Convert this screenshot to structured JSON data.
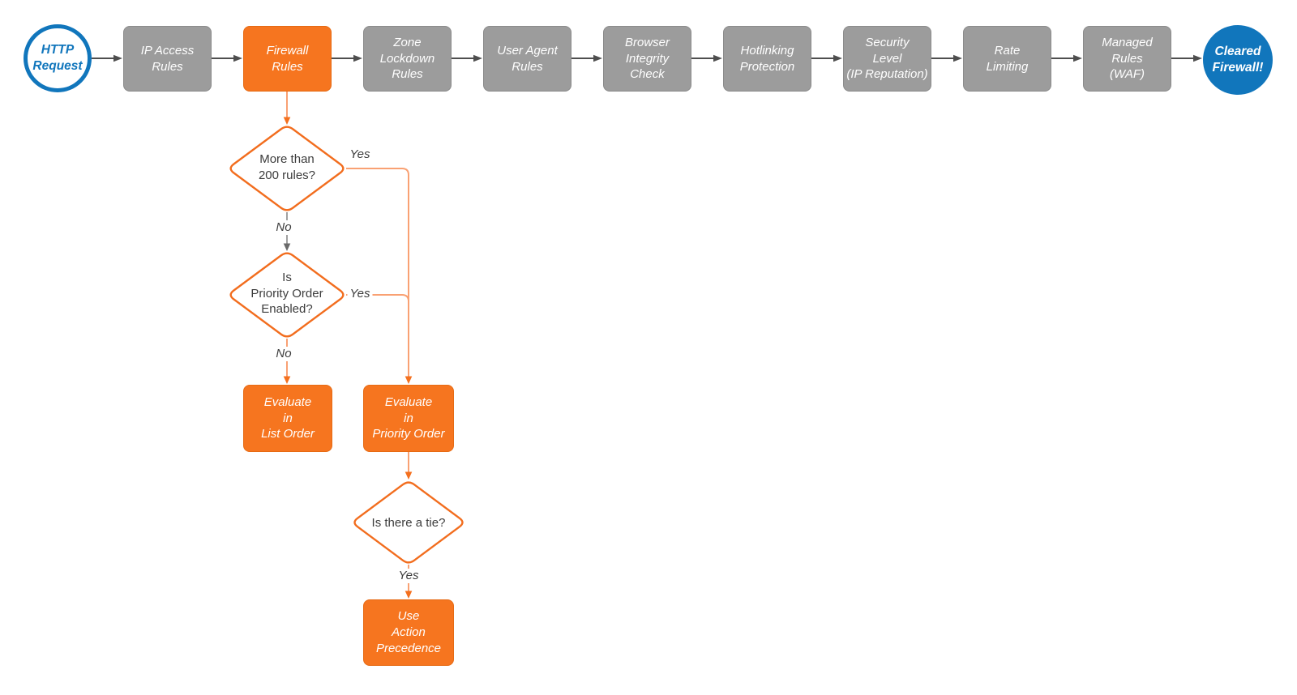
{
  "colors": {
    "accent_orange": "#F6751F",
    "orange_stroke": "#F26D1E",
    "connector_light_orange": "#F9A173",
    "step_gray": "#9C9C9C",
    "arrow_dark": "#4E4E4E",
    "brand_blue": "#1176BC",
    "text_dark": "#3C3C3C"
  },
  "flow": {
    "start": {
      "label": "HTTP\nRequest"
    },
    "steps": [
      {
        "label": "IP Access\nRules",
        "highlighted": false
      },
      {
        "label": "Firewall\nRules",
        "highlighted": true
      },
      {
        "label": "Zone\nLockdown\nRules",
        "highlighted": false
      },
      {
        "label": "User Agent\nRules",
        "highlighted": false
      },
      {
        "label": "Browser\nIntegrity\nCheck",
        "highlighted": false
      },
      {
        "label": "Hotlinking\nProtection",
        "highlighted": false
      },
      {
        "label": "Security\nLevel\n(IP Reputation)",
        "highlighted": false
      },
      {
        "label": "Rate\nLimiting",
        "highlighted": false
      },
      {
        "label": "Managed\nRules\n(WAF)",
        "highlighted": false
      }
    ],
    "end": {
      "label": "Cleared\nFirewall!"
    }
  },
  "firewall_branch": {
    "decision_rule_count": {
      "label": "More than\n200 rules?",
      "yes_label": "Yes",
      "no_label": "No"
    },
    "decision_priority_order": {
      "label": "Is\nPriority Order\nEnabled?",
      "yes_label": "Yes",
      "no_label": "No"
    },
    "evaluate_list_order": {
      "label": "Evaluate\nin\nList Order"
    },
    "evaluate_priority_order": {
      "label": "Evaluate\nin\nPriority Order"
    },
    "decision_tie": {
      "label": "Is there a tie?",
      "yes_label": "Yes"
    },
    "use_action_precedence": {
      "label": "Use\nAction\nPrecedence"
    }
  }
}
